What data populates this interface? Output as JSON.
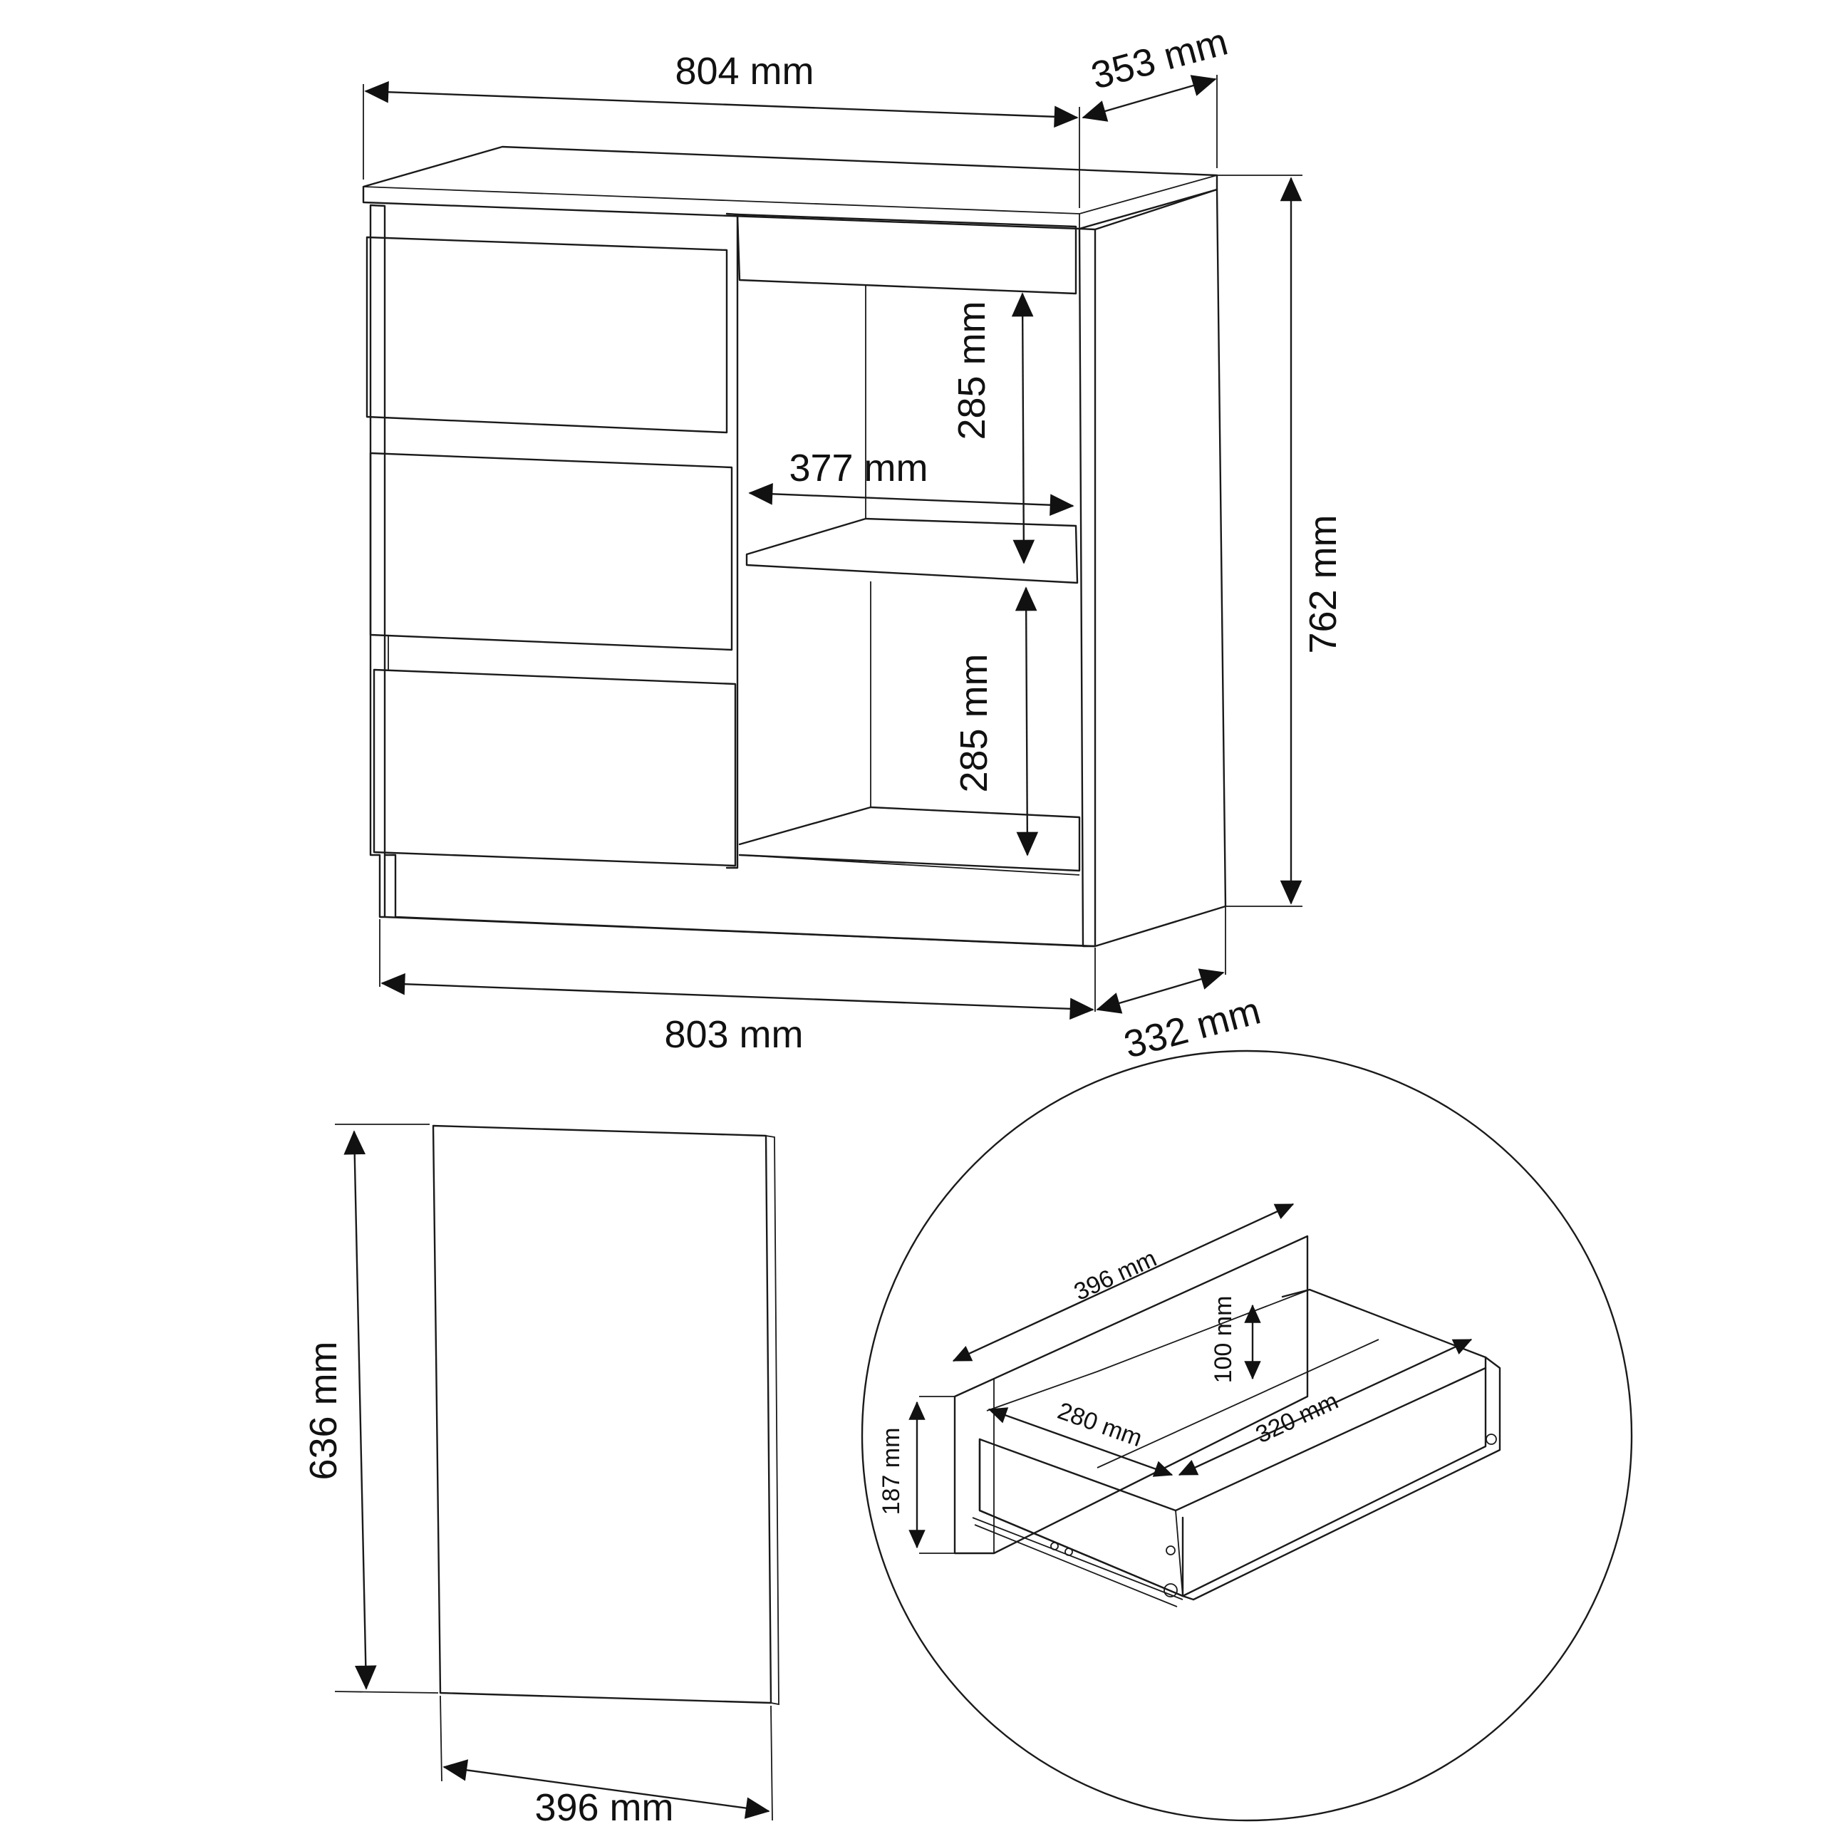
{
  "cabinet": {
    "top_width": "804 mm",
    "top_depth": "353 mm",
    "height": "762 mm",
    "bottom_width": "803 mm",
    "bottom_depth": "332 mm",
    "shelf_width": "377 mm",
    "upper_compartment_height": "285 mm",
    "lower_compartment_height": "285 mm"
  },
  "drawer_front": {
    "height": "636 mm",
    "width": "396 mm"
  },
  "drawer_detail": {
    "length": "396 mm",
    "inner_height": "100 mm",
    "inner_width": "280 mm",
    "inner_depth": "320 mm",
    "front_height": "187 mm"
  },
  "colors": {
    "line": "#1a1a1a",
    "background": "#ffffff"
  }
}
